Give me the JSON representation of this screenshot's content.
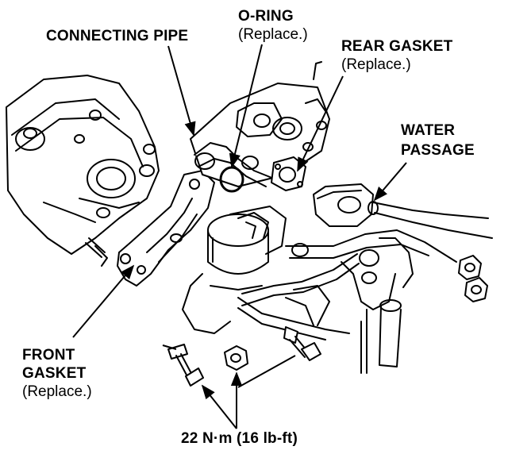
{
  "labels": {
    "connecting_pipe": "CONNECTING PIPE",
    "o_ring": "O-RING",
    "o_ring_note": "(Replace.)",
    "rear_gasket": "REAR GASKET",
    "rear_gasket_note": "(Replace.)",
    "water_passage_1": "WATER",
    "water_passage_2": "PASSAGE",
    "front_gasket_1": "FRONT",
    "front_gasket_2": "GASKET",
    "front_gasket_note": "(Replace.)",
    "torque": "22 N·m (16 lb-ft)"
  },
  "colors": {
    "ink": "#000000",
    "paper": "#ffffff"
  }
}
